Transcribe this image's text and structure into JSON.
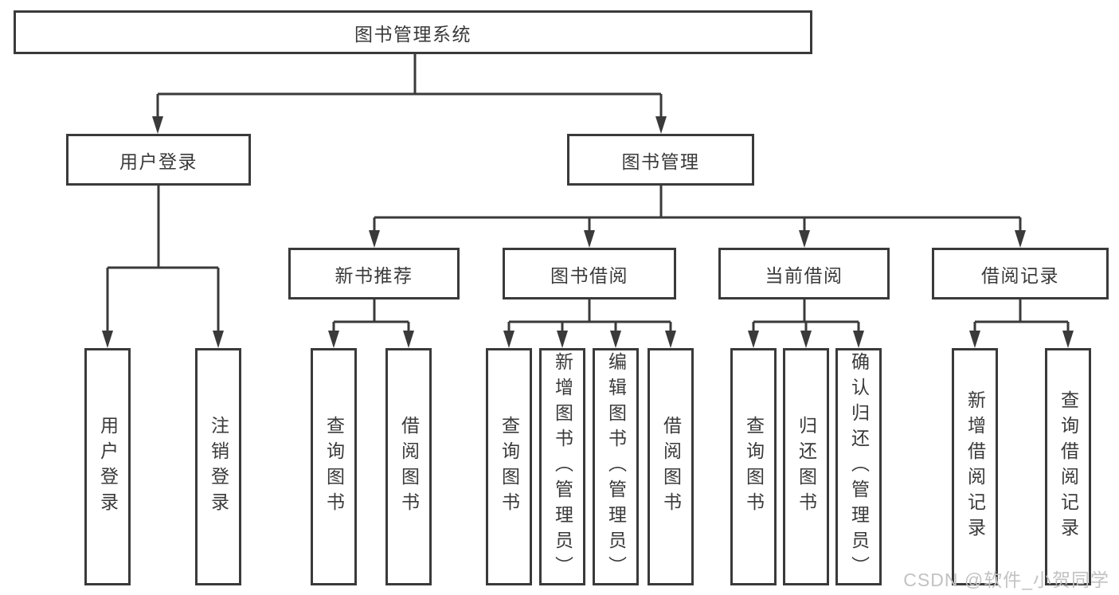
{
  "tree": {
    "root": {
      "label": "图书管理系统",
      "children": [
        {
          "label": "用户登录",
          "children": [
            {
              "label": "用户登录"
            },
            {
              "label": "注销登录"
            }
          ]
        },
        {
          "label": "图书管理",
          "children": [
            {
              "label": "新书推荐",
              "children": [
                {
                  "label": "查询图书"
                },
                {
                  "label": "借阅图书"
                }
              ]
            },
            {
              "label": "图书借阅",
              "children": [
                {
                  "label": "查询图书"
                },
                {
                  "label": "新增图书（管理员）"
                },
                {
                  "label": "编辑图书（管理员）"
                },
                {
                  "label": "借阅图书"
                }
              ]
            },
            {
              "label": "当前借阅",
              "children": [
                {
                  "label": "查询图书"
                },
                {
                  "label": "归还图书"
                },
                {
                  "label": "确认归还（管理员）"
                }
              ]
            },
            {
              "label": "借阅记录",
              "children": [
                {
                  "label": "新增借阅记录"
                },
                {
                  "label": "查询借阅记录"
                }
              ]
            }
          ]
        }
      ]
    }
  },
  "watermark": {
    "text": "CSDN @软件_小贺同学"
  },
  "colors": {
    "line": "#3a3a3a",
    "text": "#3a3a3a",
    "box_background": "#ffffff",
    "page_background": "#ffffff",
    "watermark": "#c2c2c2"
  }
}
